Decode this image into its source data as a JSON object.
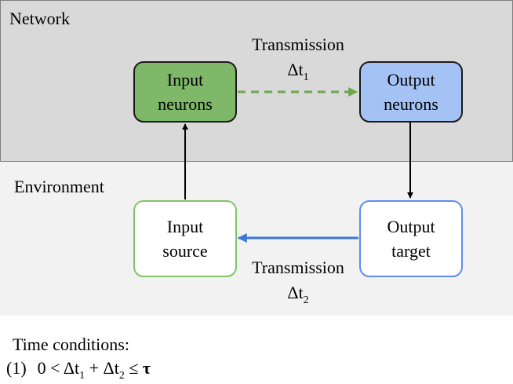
{
  "regions": {
    "network": "Network",
    "environment": "Environment"
  },
  "nodes": {
    "input_neurons": [
      "Input",
      "neurons"
    ],
    "output_neurons": [
      "Output",
      "neurons"
    ],
    "input_source": [
      "Input",
      "source"
    ],
    "output_target": [
      "Output",
      "target"
    ]
  },
  "edges": {
    "transmission_1": {
      "label": "Transmission",
      "delta": "Δt",
      "sub": "1"
    },
    "transmission_2": {
      "label": "Transmission",
      "delta": "Δt",
      "sub": "2"
    }
  },
  "conditions": {
    "heading": "Time conditions:",
    "items": [
      {
        "number": "(1)",
        "prefix": "0 < ",
        "t1": "Δt",
        "t1_sub": "1",
        "plus": " + ",
        "t2": "Δt",
        "t2_sub": "2",
        "le": " ≤ ",
        "tau": "τ"
      }
    ]
  },
  "colors": {
    "network_bg": "#d9d9d9",
    "environment_bg": "#f2f2f2",
    "input_neurons_fill": "#7fb868",
    "output_neurons_fill": "#a4c2f4",
    "input_source_border": "#82c46a",
    "output_target_border": "#5b8def",
    "transmission_1_arrow": "#6aa84f",
    "transmission_2_arrow": "#3c78d8",
    "plain_arrow": "#000000"
  }
}
